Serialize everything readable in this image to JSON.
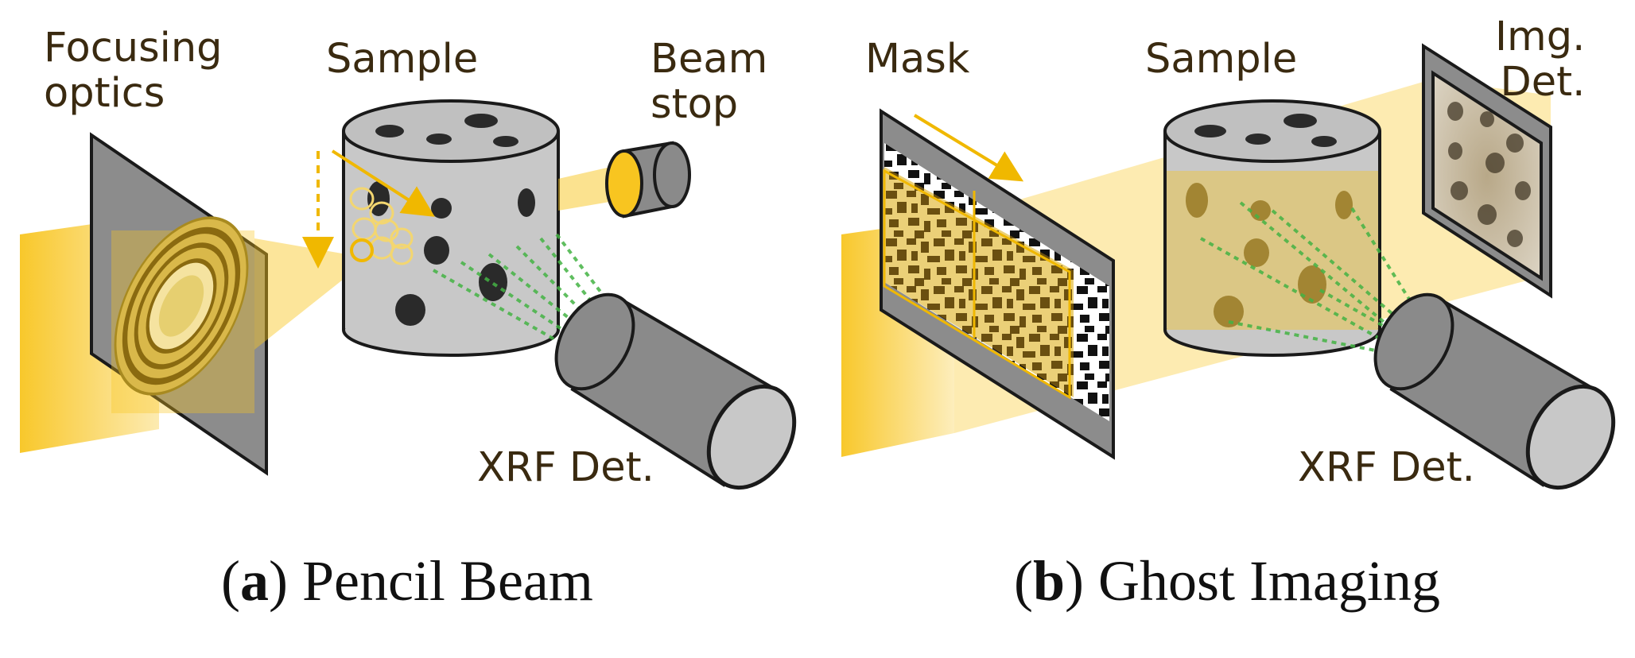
{
  "panel_a": {
    "labels": {
      "focusing_optics": [
        "Focusing",
        "optics"
      ],
      "sample": "Sample",
      "beam_stop": [
        "Beam",
        "stop"
      ],
      "xrf_detector": "XRF Det."
    },
    "caption": {
      "letter": "a",
      "text": "Pencil Beam"
    }
  },
  "panel_b": {
    "labels": {
      "mask": "Mask",
      "sample": "Sample",
      "imaging_detector": [
        "Img.",
        "Det."
      ],
      "xrf_detector": "XRF Det."
    },
    "caption": {
      "letter": "b",
      "text": "Ghost Imaging"
    }
  },
  "colors": {
    "beam": "#f8c520",
    "fluorescence": "#44b344",
    "sample_body": "#c8c8c8",
    "detector": "#8a8a8a",
    "outline": "#1a1a1a"
  }
}
